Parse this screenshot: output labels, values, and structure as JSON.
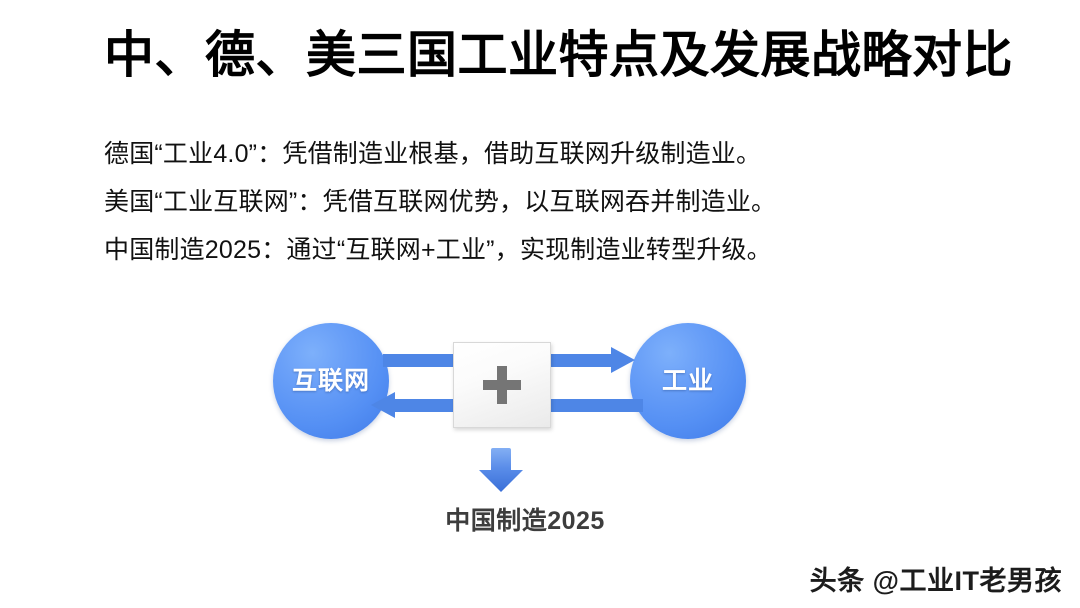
{
  "slide": {
    "background_color": "#ffffff",
    "title": "中、德、美三国工业特点及发展战略对比",
    "body_lines": [
      "德国“工业4.0”：凭借制造业根基，借助互联网升级制造业。",
      "美国“工业互联网”：凭借互联网优势，以互联网吞并制造业。",
      "中国制造2025：通过“互联网+工业”，实现制造业转型升级。"
    ]
  },
  "diagram": {
    "left_node_label": "互联网",
    "right_node_label": "工业",
    "operator_label": "+",
    "result_label": "中国制造2025",
    "colors": {
      "node_fill": "#5590f4",
      "node_text": "#ffffff",
      "arrow": "#4e86e6",
      "operator_box_fill": "#f4f4f4",
      "operator_glyph": "#757575",
      "result_text": "#3d3d3d"
    }
  },
  "watermark": {
    "text": "头条 @工业IT老男孩"
  }
}
